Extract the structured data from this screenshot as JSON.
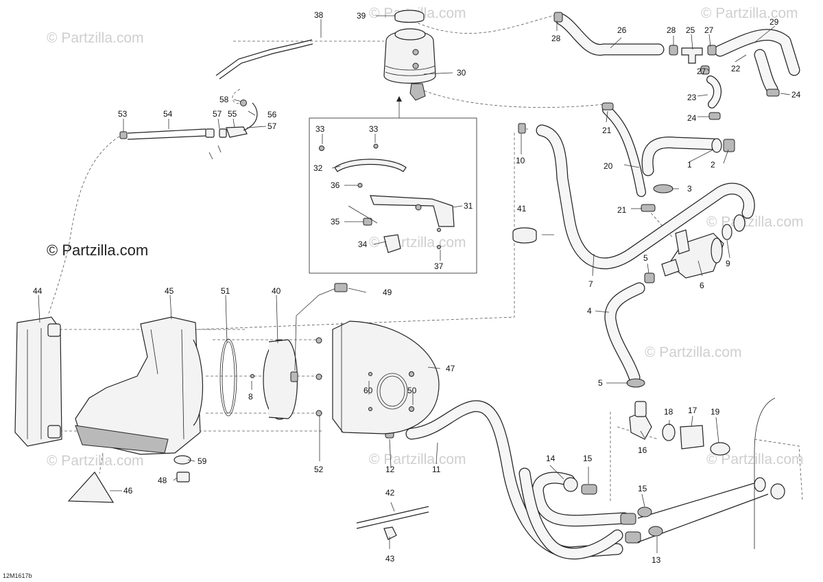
{
  "diagram": {
    "drawing_code": "12M1617b",
    "watermarks": {
      "main": "© Partzilla.com",
      "faint": [
        "© Partzilla.com",
        "© Partzilla.com",
        "© Partzilla.com",
        "© Partzilla.com",
        "© Partzilla.com",
        "© Partzilla.com",
        "© Partzilla.com",
        "© Partzilla.com",
        "© Partzilla.com"
      ]
    },
    "callouts": [
      "1",
      "2",
      "3",
      "4",
      "5",
      "5",
      "6",
      "7",
      "8",
      "9",
      "10",
      "11",
      "12",
      "13",
      "14",
      "15",
      "15",
      "16",
      "17",
      "18",
      "19",
      "20",
      "21",
      "21",
      "22",
      "23",
      "24",
      "24",
      "25",
      "26",
      "27",
      "27",
      "28",
      "28",
      "29",
      "30",
      "31",
      "32",
      "33",
      "33",
      "34",
      "35",
      "36",
      "37",
      "38",
      "39",
      "40",
      "41",
      "42",
      "43",
      "44",
      "45",
      "46",
      "47",
      "48",
      "49",
      "50",
      "51",
      "52",
      "53",
      "54",
      "55",
      "56",
      "57",
      "57",
      "58",
      "59",
      "60"
    ]
  }
}
